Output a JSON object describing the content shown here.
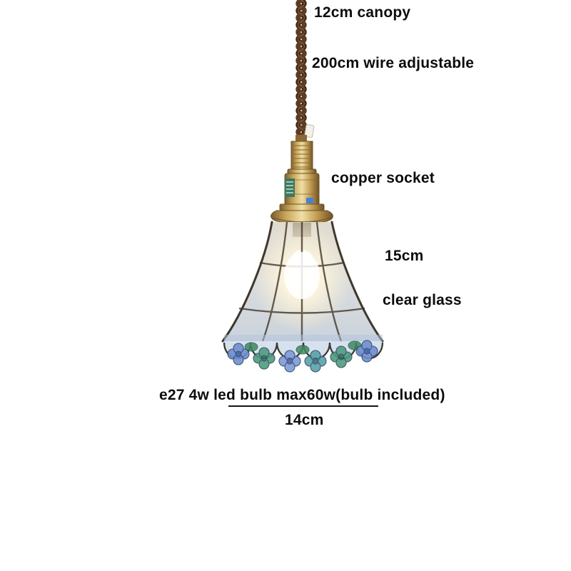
{
  "product": {
    "type": "tiffany-style stained glass pendant lamp",
    "labels": {
      "canopy": "12cm canopy",
      "wire": "200cm wire adjustable",
      "socket": "copper socket",
      "shade_height": "15cm",
      "glass": "clear glass",
      "bulb": "e27 4w led bulb max60w(bulb included)",
      "shade_width": "14cm"
    }
  },
  "colors": {
    "background": "#ffffff",
    "text": "#0c0c0c",
    "wire_brown_dark": "#3f2817",
    "wire_brown": "#5d3c24",
    "brass_light": "#f0dfa6",
    "brass_mid": "#caa85e",
    "brass_dark": "#7d5f2e",
    "lead_line": "#43392c",
    "glass_tint": "#d6d9dc",
    "glow_warm": "#fff6dd",
    "flower_blue": "#6f8ed2",
    "flower_green": "#4f9c7c",
    "flower_teal": "#58a3a8",
    "band_blue": "#b0c4de"
  }
}
